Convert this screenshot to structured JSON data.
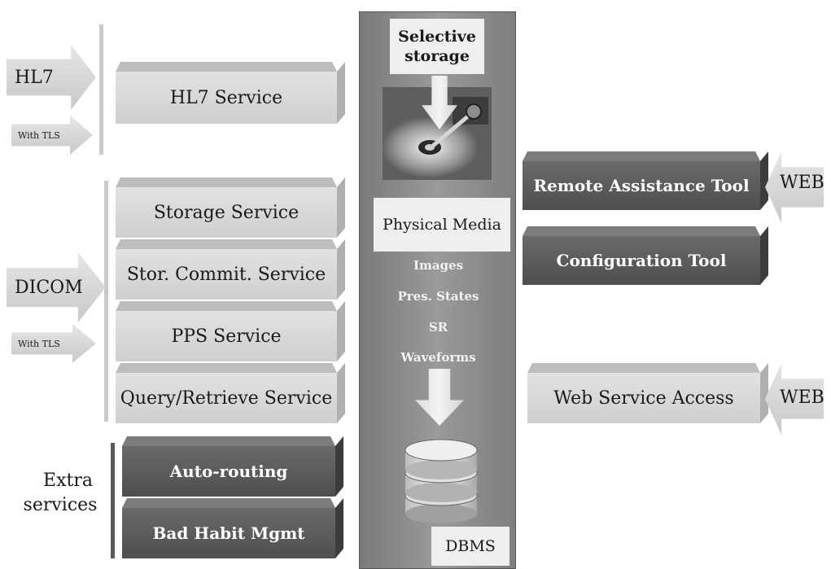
{
  "left": {
    "hl7_arrow": "HL7",
    "hl7_tls": "With TLS",
    "hl7_service": "HL7 Service",
    "dicom_arrow": "DICOM",
    "dicom_tls": "With TLS",
    "dicom_services": [
      "Storage Service",
      "Stor. Commit. Service",
      "PPS Service",
      "Query/Retrieve Service"
    ],
    "extra_label_line1": "Extra",
    "extra_label_line2": "services",
    "extra_services": [
      "Auto-routing",
      "Bad Habit Mgmt"
    ]
  },
  "center": {
    "selective_line1": "Selective",
    "selective_line2": "storage",
    "physical_media": "Physical Media",
    "media_types": [
      "Images",
      "Pres. States",
      "SR",
      "Waveforms"
    ],
    "dbms": "DBMS"
  },
  "right": {
    "remote_tool": "Remote Assistance Tool",
    "config_tool": "Configuration Tool",
    "web_service": "Web Service Access",
    "web_label_1": "WEB",
    "web_label_2": "WEB"
  },
  "colors": {
    "light_box": "#d8d8d8",
    "dark_box": "#5c5c5c",
    "column": "#8a8a8a"
  }
}
